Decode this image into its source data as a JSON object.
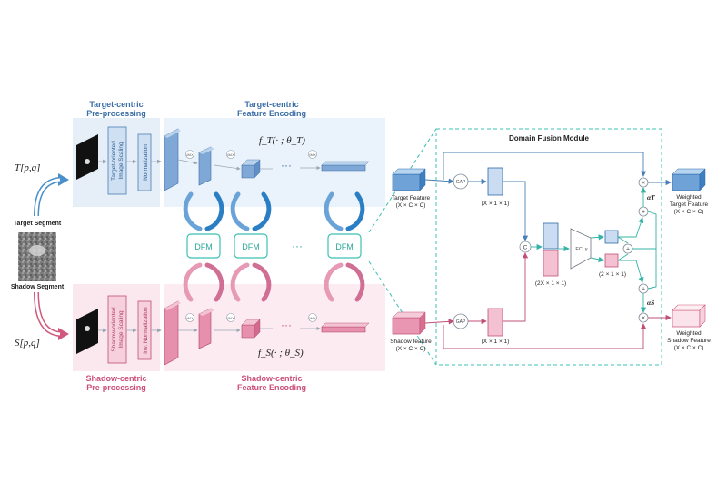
{
  "labels": {
    "target_pre": [
      "Target-centric",
      "Pre-processing"
    ],
    "target_enc": [
      "Target-centric",
      "Feature Encoding"
    ],
    "shadow_pre": [
      "Shadow-centric",
      "Pre-processing"
    ],
    "shadow_enc": [
      "Shadow-centric",
      "Feature Encoding"
    ],
    "target_input": "T[p,q]",
    "shadow_input": "S[p,q]",
    "target_segment": "Target Segment",
    "shadow_segment": "Shadow Segment",
    "target_scaling": [
      "Target-oriented",
      "Image Scaling"
    ],
    "normalization": "Normalization",
    "shadow_scaling": [
      "Shadow-oriented",
      "Image Scaling"
    ],
    "inv_normalization": "inv. Normalization",
    "maxpool": "MAX",
    "ellipsis": "···",
    "f_target": "f_T(· ; θ_T)",
    "f_shadow": "f_S(· ; θ_S)",
    "dfm": "DFM"
  },
  "fusion": {
    "title": "Domain Fusion Module",
    "target_feature": [
      "Target Feature",
      "(X × C × C)"
    ],
    "shadow_feature": [
      "Shadow feature",
      "(X × C × C)"
    ],
    "gap": "GAP",
    "pooled_dim": "(X × 1 × 1)",
    "concat_symbol": "C",
    "concat_dim": "(2X × 1 × 1)",
    "fc": "FC, γ",
    "fc_out_dim": "(2 × 1 × 1)",
    "times": "×",
    "plus": "+",
    "alpha_t": "αT",
    "alpha_s": "αS",
    "weighted_target": [
      "Weighted",
      "Target Feature",
      "(X × C × C)"
    ],
    "weighted_shadow": [
      "Weighted",
      "Shadow Feature",
      "(X × C × C)"
    ]
  },
  "colors": {
    "blue": "#4a8fc8",
    "blue_fill": "#c9dcf2",
    "pink": "#d0587c",
    "pink_fill": "#f6c8d6",
    "teal": "#3cc0b4",
    "dark_blue_text": "#3b6ea6",
    "pink_text": "#cc4e78"
  }
}
